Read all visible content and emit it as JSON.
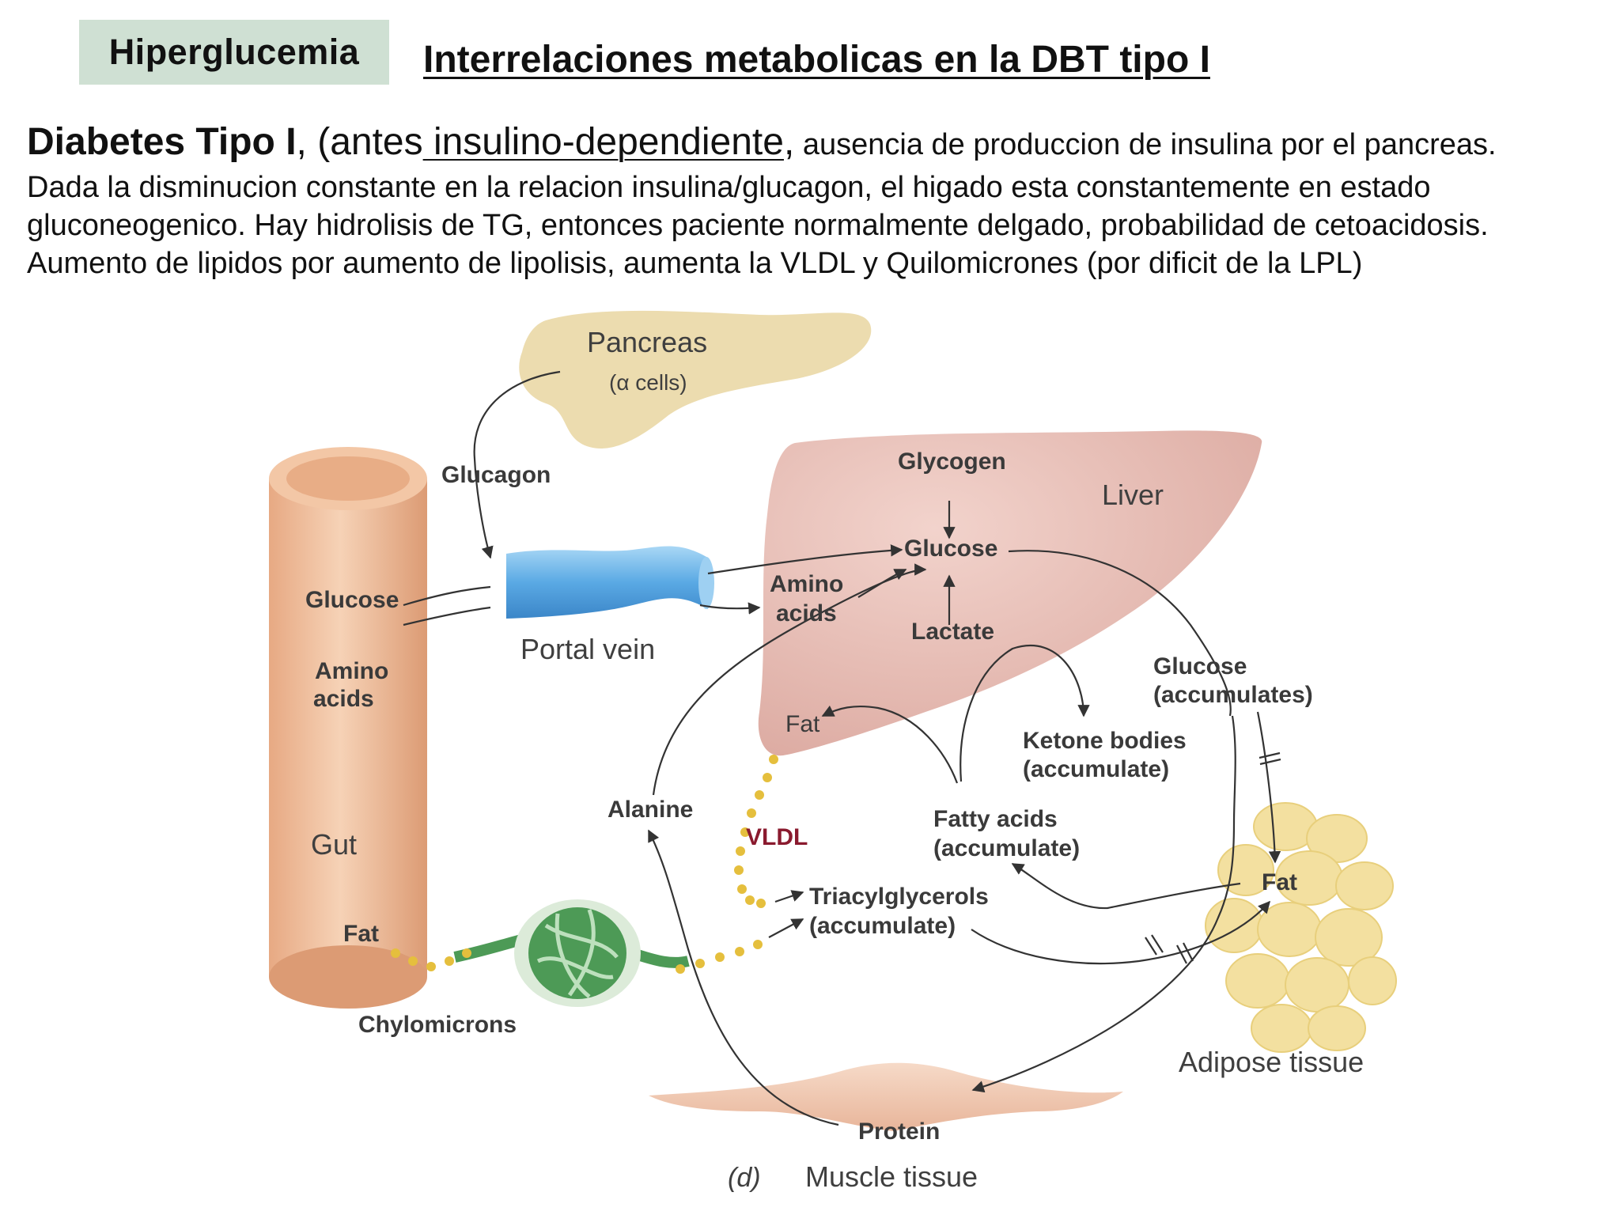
{
  "header": {
    "tag": "Hiperglucemia",
    "title": "Interrelaciones metabolicas en la DBT tipo I"
  },
  "intro": {
    "bold": "Diabetes Tipo I",
    "plain1": ", (antes",
    "underlined": " insulino-dependiente",
    "plain2": ",",
    "small": " ausencia de produccion de insulina por el pancreas.",
    "lines": [
      "Dada la disminucion constante en la relacion insulina/glucagon, el higado esta constantemente en estado",
      "gluconeogenico. Hay hidrolisis de TG, entonces paciente normalmente delgado, probabilidad de cetoacidosis.",
      "Aumento de lipidos por aumento de lipolisis, aumenta la VLDL y Quilomicrones (por dificit de la LPL)"
    ]
  },
  "diagram": {
    "pancreas": "Pancreas",
    "alpha_cells": "(α cells)",
    "glucagon": "Glucagon",
    "gut_glucose": "Glucose",
    "gut_amino_1": "Amino",
    "gut_amino_2": "acids",
    "portal_vein": "Portal vein",
    "gut": "Gut",
    "gut_fat": "Fat",
    "chylomicrons": "Chylomicrons",
    "glycogen": "Glycogen",
    "liver": "Liver",
    "liver_glucose": "Glucose",
    "liver_amino_1": "Amino",
    "liver_amino_2": "acids",
    "lactate": "Lactate",
    "liver_fat": "Fat",
    "glucose_acc_1": "Glucose",
    "glucose_acc_2": "(accumulates)",
    "ketone_1": "Ketone bodies",
    "ketone_2": "(accumulate)",
    "alanine": "Alanine",
    "vldl": "VLDL",
    "fatty_1": "Fatty acids",
    "fatty_2": "(accumulate)",
    "tag_1": "Triacylglycerols",
    "tag_2": "(accumulate)",
    "adipose_fat": "Fat",
    "adipose_tissue": "Adipose tissue",
    "protein": "Protein",
    "panel": "(d)",
    "muscle": "Muscle tissue"
  },
  "colors": {
    "tag_background": "#cfe0d3",
    "vldl_label": "#8a1a2e",
    "liver": "#e3b9b1",
    "pancreas": "#ecdcaf",
    "gut": "#e9b48e",
    "portal_vein": "#6fb3e6",
    "lymph_node": "#4d9a56",
    "adipose": "#f3e0a0",
    "muscle": "#f1cbb4",
    "lipoprotein_dots": "#e5bf3d"
  }
}
